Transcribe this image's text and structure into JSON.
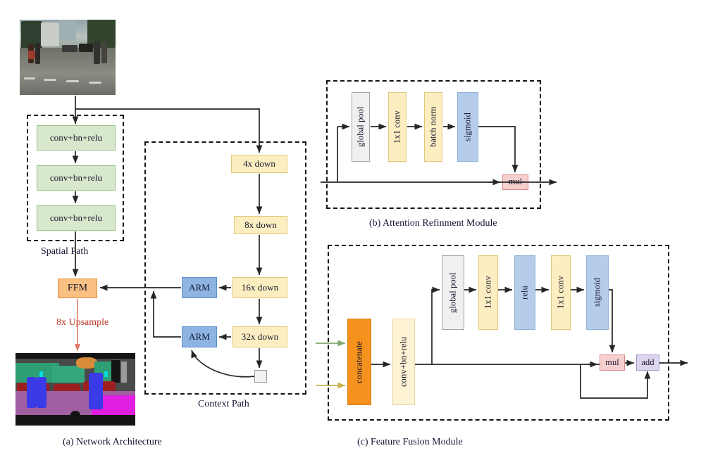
{
  "figure": {
    "captions": {
      "a": "(a) Network Architecture",
      "b": "(b) Attention Refinment Module",
      "c": "(c) Feature Fusion Module"
    }
  },
  "network_architecture": {
    "input_image_label": "input-street-photo",
    "output_image_label": "segmentation-result",
    "spatial_path": {
      "group_label": "Spatial  Path",
      "blocks": [
        {
          "label": "conv+bn+relu"
        },
        {
          "label": "conv+bn+relu"
        },
        {
          "label": "conv+bn+relu"
        }
      ]
    },
    "context_path": {
      "group_label": "Context Path",
      "downsample_blocks": [
        {
          "label": "4x down"
        },
        {
          "label": "8x down"
        },
        {
          "label": "16x down"
        },
        {
          "label": "32x down"
        }
      ],
      "arm_blocks": [
        {
          "label": "ARM"
        },
        {
          "label": "ARM"
        }
      ],
      "global_pool_node": ""
    },
    "ffm": {
      "label": "FFM"
    },
    "upsample_label": "8x Upsample"
  },
  "attention_refinement_module": {
    "blocks": [
      {
        "label": "global pool",
        "theme": "grey"
      },
      {
        "label": "1x1 conv",
        "theme": "yellow"
      },
      {
        "label": "batch norm",
        "theme": "yellow"
      },
      {
        "label": "sigmoid",
        "theme": "blue-l"
      }
    ],
    "op": {
      "label": "mul"
    }
  },
  "feature_fusion_module": {
    "concat": {
      "label": "concatenate"
    },
    "conv": {
      "label": "conv+bn+relu"
    },
    "blocks": [
      {
        "label": "global  pool",
        "theme": "grey"
      },
      {
        "label": "1x1 conv",
        "theme": "yellow"
      },
      {
        "label": "relu",
        "theme": "blue-l"
      },
      {
        "label": "1x1 conv",
        "theme": "yellow"
      },
      {
        "label": "sigmoid",
        "theme": "blue-l"
      }
    ],
    "ops": [
      {
        "label": "mul"
      },
      {
        "label": "add"
      }
    ]
  },
  "colors": {
    "arrow": "#262626",
    "upsample_arrow": "#e2796b",
    "ffm_input_green": "#7fa86b",
    "ffm_input_olive": "#c7b24a",
    "green_block": "#d7e8cc",
    "yellow_block": "#fdeec2",
    "blue_block": "#8db4e2",
    "orange_block": "#fbc183",
    "concat_orange": "#f5921e",
    "mul_pink": "#f6cfcf",
    "add_purple": "#ddd4ee"
  }
}
